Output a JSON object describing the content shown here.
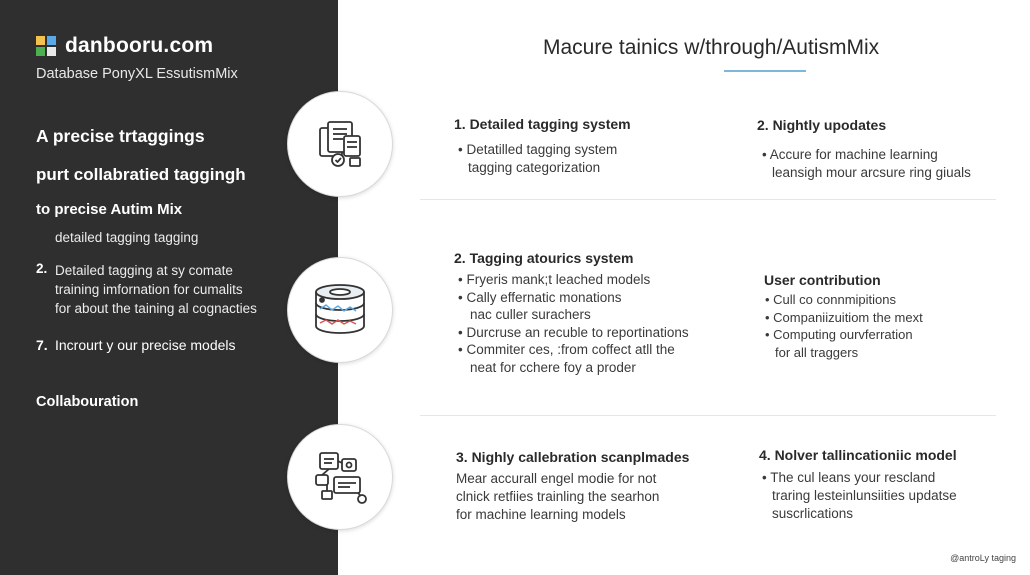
{
  "brand": {
    "name": "danbooru.com",
    "subtitle": "Database PonyXL EssutismMix",
    "logo_colors": [
      "#f2c14e",
      "#5aa9e6",
      "#4caf50",
      "#e8e8e8"
    ]
  },
  "left": {
    "heading1": "A precise trtaggings",
    "heading2": "purt collabratied taggingh",
    "heading3": "to precise Autim Mix",
    "line4": "detailed tagging tagging",
    "item2_number": "2.",
    "item2_lines": [
      "Detailed tagging at sy comate",
      "training imfornation for cumalits",
      "for about the taining al cognacties"
    ],
    "item7_number": "7.",
    "item7_text": "Incrourt y our precise models",
    "collab": "Collabouration"
  },
  "icons": {
    "circle1": "documents-icon",
    "circle2": "database-icon",
    "circle3": "network-icon"
  },
  "main": {
    "title": "Macure tainics w/through/AutismMix",
    "accent_color": "#7fb6dc",
    "row1": {
      "left_heading": "1.  Detailed tagging system",
      "left_lines": [
        "•  Detatilled tagging system",
        "tagging categorization"
      ],
      "right_heading": "2.  Nightly upodates",
      "right_lines": [
        "•  Accure for machine learning",
        "leansigh mour arcsure ring giuals"
      ]
    },
    "row2": {
      "left_heading": "2.  Tagging atourics system",
      "left_lines": [
        "•  Fryeris mank;t leached models",
        "•  Cally effernatic monations",
        "nac culler surachers",
        "•  Durcruse an recuble to reportinations",
        "•  Commiter ces, :from coffect atll the",
        "neat for cchere foy a proder"
      ],
      "right_heading": "User contribution",
      "right_lines": [
        "•  Cull co connmipitions",
        "•  Companiizuitiom the mext",
        "•  Computing ourvferration",
        "for all traggers"
      ]
    },
    "row3": {
      "left_heading": "3.  Nighly callebration scanplmades",
      "left_lines": [
        "Mear accurall engel modie for not",
        "clnick retfiies trainling the searhon",
        "for machine learning models"
      ],
      "right_heading": "4.  Nolver tallincationiic model",
      "right_lines": [
        "•  The cul leans your rescland",
        "traring lesteinlunsiities updatse",
        "suscrlications"
      ]
    }
  },
  "footer": "@antroLy taging"
}
